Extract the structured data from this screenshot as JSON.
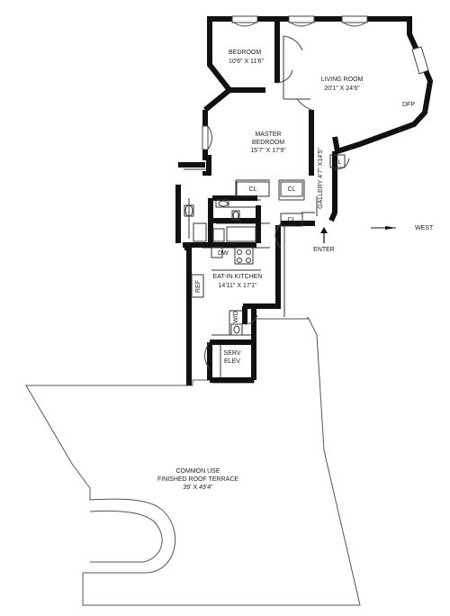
{
  "rooms": {
    "bedroom": {
      "name": "BEDROOM",
      "dims": "10'6\" X 11'6\""
    },
    "living_room": {
      "name": "LIVING ROOM",
      "dims": "20'1\" X 24'6\""
    },
    "master_bedroom": {
      "name_line1": "MASTER",
      "name_line2": "BEDROOM",
      "dims": "15'7\" X 17'9\""
    },
    "gallery": {
      "text": "GALLERY 4'7\" X14'5\""
    },
    "kitchen": {
      "name": "EAT-IN KITCHEN",
      "dims": "14'11\" X 17'1\""
    },
    "terrace": {
      "line1": "COMMON USE",
      "line2": "FINISHED ROOF TERRACE",
      "dims": "39' X 49'4\""
    },
    "serv_elev": {
      "line1": "SERV",
      "line2": "ELEV"
    }
  },
  "fixtures": {
    "dfp": "DFP",
    "cl": "CL",
    "dw": "DW",
    "ref": "REF",
    "wd": "W/D"
  },
  "labels": {
    "enter": "ENTER",
    "west": "WEST"
  }
}
